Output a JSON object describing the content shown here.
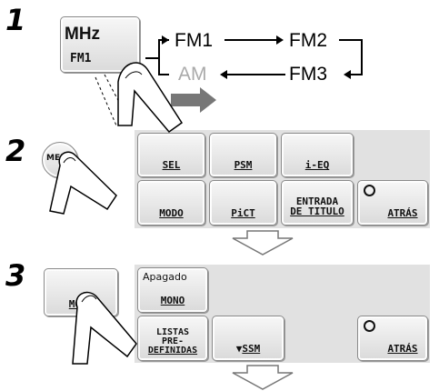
{
  "steps": {
    "s1": "1",
    "s2": "2",
    "s3": "3"
  },
  "step1": {
    "band_button": {
      "unit": "MHz",
      "band": "FM1"
    },
    "sequence": {
      "fm1": "FM1",
      "fm2": "FM2",
      "am": "AM",
      "fm3": "FM3"
    }
  },
  "step2": {
    "menu_button": "MENU",
    "buttons": {
      "sel": "SEL",
      "psm": "PSM",
      "ieq": "i-EQ",
      "modo": "MODO",
      "pict": "PiCT",
      "entrada_line1": "ENTRADA",
      "entrada_line2": "DE TITULO",
      "atras": "ATRÁS"
    }
  },
  "step3": {
    "modo_button": "MODO",
    "apagado": "Apagado",
    "mono": "MONO",
    "listas_line1": "LISTAS",
    "listas_line2": "PRE-",
    "listas_line3": "DEFINIDAS",
    "ssm": "SSM",
    "atras": "ATRÁS"
  },
  "colors": {
    "panel": "#e1e1e1",
    "am_gray": "#aaaaaa",
    "arrow_gray": "#777777"
  }
}
